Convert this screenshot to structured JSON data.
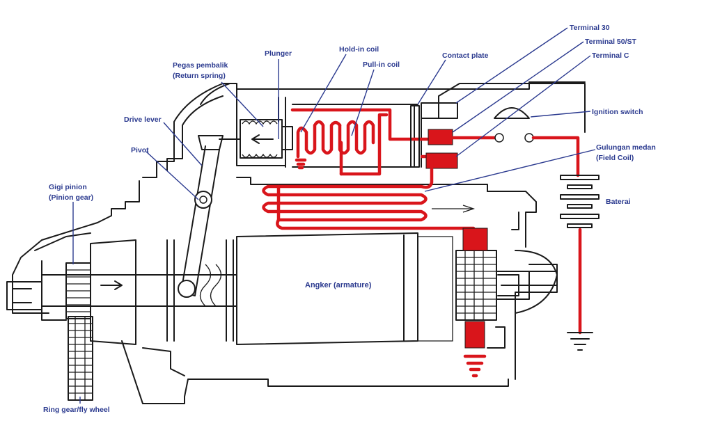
{
  "colors": {
    "label": "#2b3a8f",
    "circuit": "#d9151b",
    "outline": "#1a1a1a",
    "background": "#ffffff"
  },
  "labels": {
    "terminal_30": "Terminal 30",
    "terminal_50": "Terminal 50/ST",
    "terminal_c": "Terminal C",
    "plunger": "Plunger",
    "hold_in_coil": "Hold-in coil",
    "pull_in_coil": "Pull-in coil",
    "contact_plate": "Contact plate",
    "pegas_line1": "Pegas pembalik",
    "pegas_line2": "(Return spring)",
    "drive_lever": "Drive lever",
    "pivot": "Pivot",
    "ignition_switch": "Ignition switch",
    "gulungan_line1": "Gulungan medan",
    "gulungan_line2": "(Field Coil)",
    "gigi_line1": "Gigi pinion",
    "gigi_line2": "(Pinion gear)",
    "baterai": "Baterai",
    "angker": "Angker (armature)",
    "ring_gear": "Ring gear/fly wheel"
  }
}
